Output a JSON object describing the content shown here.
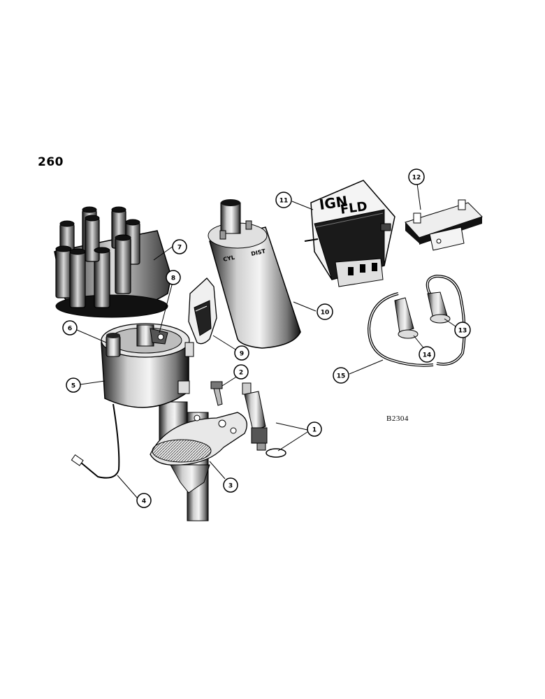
{
  "page_number": "260",
  "plate_reference": "B2304",
  "part_texts": {
    "coil_marking_left": "CYL",
    "coil_marking_right": "DIST",
    "regulator_ign": "IGN",
    "regulator_fld": "FLD"
  },
  "callouts": [
    "1",
    "2",
    "3",
    "4",
    "5",
    "6",
    "7",
    "8",
    "9",
    "10",
    "11",
    "12",
    "13",
    "14",
    "15"
  ]
}
